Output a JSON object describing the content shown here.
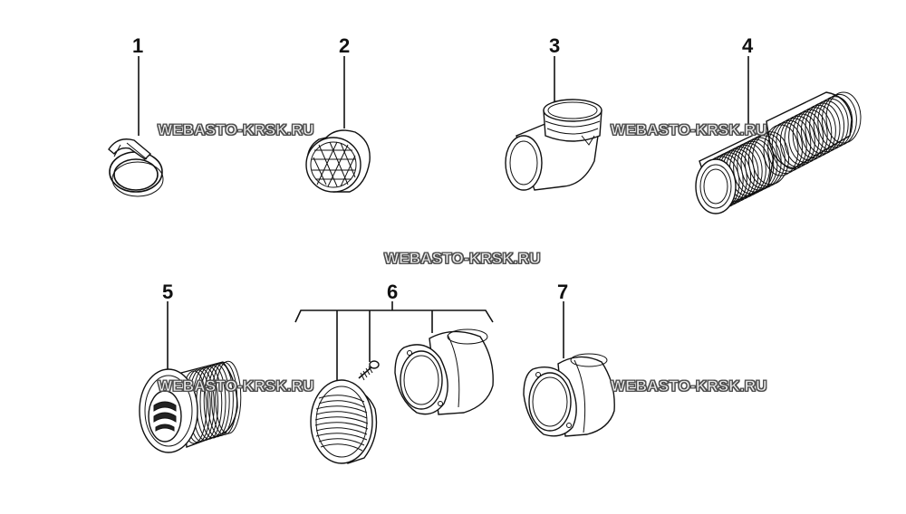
{
  "callouts": {
    "n1": "1",
    "n2": "2",
    "n3": "3",
    "n4": "4",
    "n5": "5",
    "n6": "6",
    "n7": "7"
  },
  "watermarks": {
    "wm1": "WEBASTO-KRSK.RU",
    "wm2": "WEBASTO-KRSK.RU",
    "wm3": "WEBASTO-KRSK.RU",
    "wm4": "WEBASTO-KRSK.RU",
    "wm5": "WEBASTO-KRSK.RU"
  }
}
